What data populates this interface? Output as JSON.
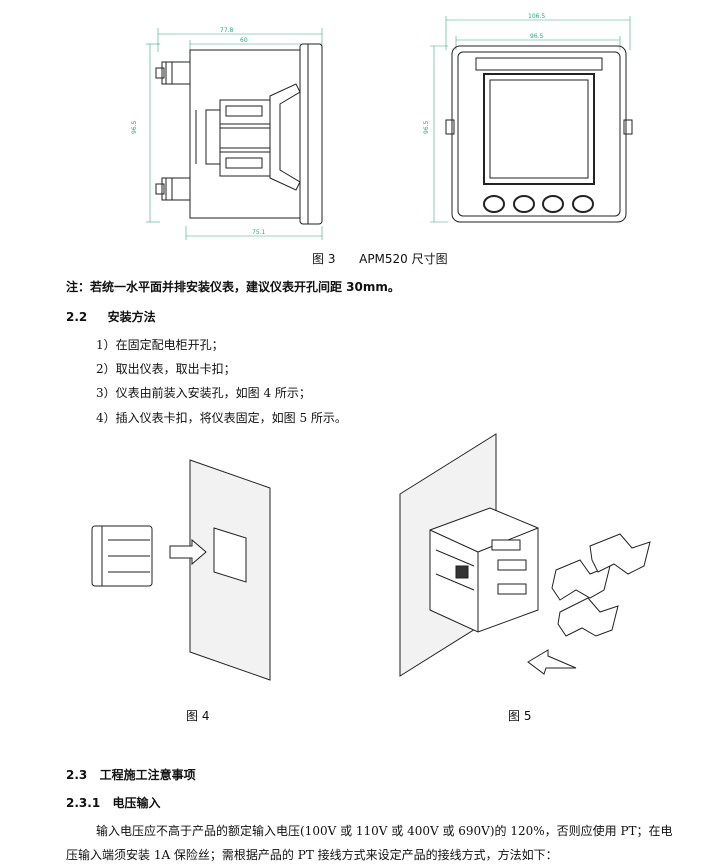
{
  "figure3": {
    "dims": {
      "side_top_outer": "77.8",
      "side_top_inner": "60",
      "side_left": "96.5",
      "side_bottom": "75.1",
      "front_top_outer": "106.5",
      "front_top_inner": "96.5",
      "front_left": "96.5"
    },
    "caption_label": "图 3",
    "caption_title": "APM520 尺寸图"
  },
  "note": "注：若统一水平面并排安装仪表，建议仪表开孔间距 30mm。",
  "section_2_2": {
    "number": "2.2",
    "title": "安装方法",
    "steps": [
      "1）在固定配电柜开孔；",
      "2）取出仪表，取出卡扣；",
      "3）仪表由前装入安装孔，如图 4 所示；",
      "4）插入仪表卡扣，将仪表固定，如图 5 所示。"
    ]
  },
  "figure4": {
    "caption": "图 4"
  },
  "figure5": {
    "caption": "图 5"
  },
  "section_2_3": {
    "number": "2.3",
    "title": "工程施工注意事项"
  },
  "section_2_3_1": {
    "number": "2.3.1",
    "title": "电压输入"
  },
  "paragraph": {
    "line1": "输入电压应不高于产品的额定输入电压(100V 或 110V 或 400V 或 690V)的 120%，否则应使用 PT；在电",
    "line2": "压输入端须安装 1A 保险丝；需根据产品的 PT 接线方式来设定产品的接线方式，方法如下："
  }
}
